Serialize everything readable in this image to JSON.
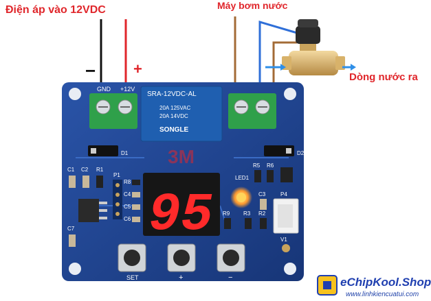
{
  "labels": {
    "power_input": "Điện áp vào 12VDC",
    "pump": "Máy bơm nước",
    "water_out": "Dòng nước ra",
    "minus": "−",
    "plus": "+"
  },
  "board": {
    "terminal_gnd": "GND",
    "terminal_12v": "+12V",
    "relay_model": "SRA-12VDC-AL",
    "relay_rating1": "20A 125VAC",
    "relay_rating2": "20A 14VDC",
    "relay_brand": "SONGLE",
    "watermark": "3M",
    "display_value": "95",
    "led_label": "LED1",
    "d1": "D1",
    "d2": "D2",
    "c1": "C1",
    "c2": "C2",
    "r1": "R1",
    "p1": "P1",
    "r8": "R8",
    "c4": "C4",
    "c5": "C5",
    "c6": "C6",
    "c7": "C7",
    "r5": "R5",
    "r6": "R6",
    "c3": "C3",
    "r9": "R9",
    "r3": "R3",
    "r2": "R2",
    "p4": "P4",
    "v1": "V1",
    "btn_set": "SET",
    "btn_plus": "+",
    "btn_minus": "−"
  },
  "brand": {
    "name": "eChipKool.Shop",
    "url": "www.linhkiencuatui.com"
  },
  "colors": {
    "pcb": "#1d3f8c",
    "terminal": "#2fa04a",
    "relay": "#1f5fb0",
    "display": "#ff2a2a",
    "accent_red": "#e0262b"
  }
}
